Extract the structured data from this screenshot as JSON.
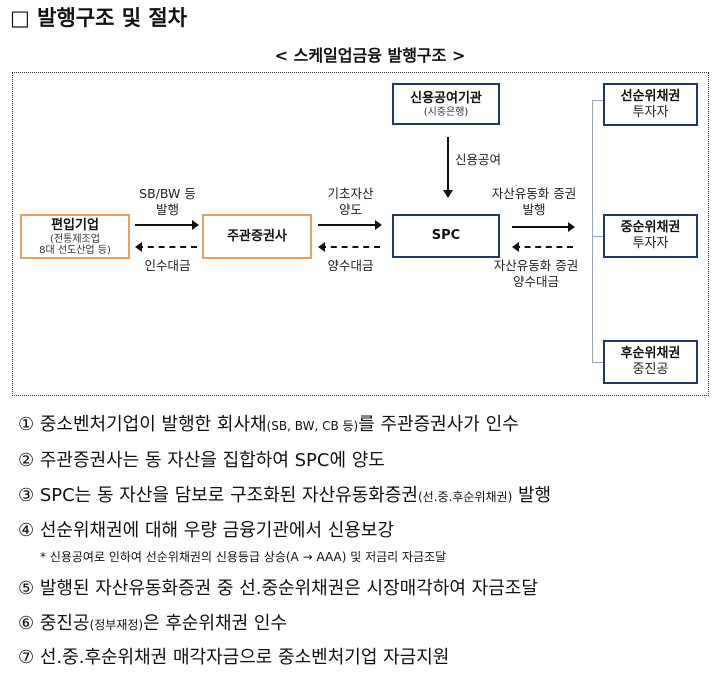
{
  "title": "□ 발행구조 및 절차",
  "subtitle": "< 스케일업금융 발행구조 >",
  "diagram": {
    "issuer": {
      "name": "편입기업",
      "sub1": "(전통제조업",
      "sub2": "8대 선도산업 등)"
    },
    "underwriter": {
      "name": "주관증권사"
    },
    "spc": {
      "name": "SPC"
    },
    "credit": {
      "name": "신용공여기관",
      "sub": "(시중은행)"
    },
    "senior": {
      "name": "선순위채권",
      "sub": "투자자"
    },
    "mezz": {
      "name": "중순위채권",
      "sub": "투자자"
    },
    "junior": {
      "name": "후순위채권",
      "sub": "중진공"
    },
    "arrow1_top1": "SB/BW 등",
    "arrow1_top2": "발행",
    "arrow1_bottom": "인수대금",
    "arrow2_top1": "기초자산",
    "arrow2_top2": "양도",
    "arrow2_bottom": "양수대금",
    "arrow_credit": "신용공여",
    "arrow3_top1": "자산유동화 증권",
    "arrow3_top2": "발행",
    "arrow3_bottom1": "자산유동화 증권",
    "arrow3_bottom2": "양수대금"
  },
  "steps": [
    {
      "num": "①",
      "text": "중소벤처기업이 발행한 회사채",
      "small": "(SB, BW, CB 등)",
      "text2": "를 주관증권사가 인수"
    },
    {
      "num": "②",
      "text": "주관증권사는 동 자산을 집합하여 SPC에 양도"
    },
    {
      "num": "③",
      "text": "SPC는 동 자산을 담보로 구조화된 자산유동화증권",
      "small": "(선.중.후순위채권)",
      "text2": " 발행"
    },
    {
      "num": "④",
      "text": "선순위채권에 대해 우량 금융기관에서 신용보강"
    },
    {
      "num": "⑤",
      "text": "발행된 자산유동화증권 중 선.중순위채권은 시장매각하여 자금조달"
    },
    {
      "num": "⑥",
      "text": "중진공",
      "small": "(정부재정)",
      "text2": "은 후순위채권 인수"
    },
    {
      "num": "⑦",
      "text": "선.중.후순위채권 매각자금으로 중소벤처기업 자금지원"
    }
  ],
  "note": "* 신용공여로 인하여 선순위채권의 신용등급 상승(A → AAA) 및 저금리 자금조달"
}
